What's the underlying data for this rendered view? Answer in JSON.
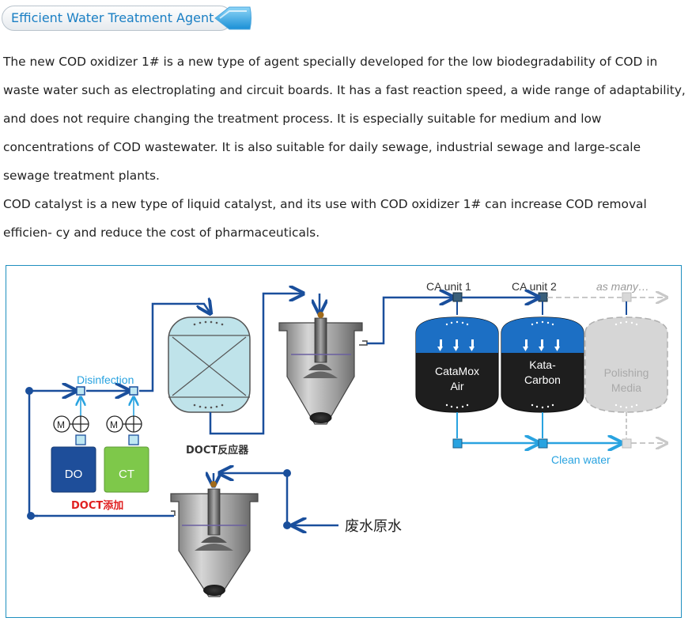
{
  "header": {
    "title": "Efficient Water Treatment Agent"
  },
  "paragraphs": [
    "The new COD oxidizer 1# is a new type of agent specially developed for the low biodegradability of COD in waste water such as electroplating and circuit boards. It has a fast reaction speed, a wide range of adaptability, and does not require changing the treatment process. It is especially suitable for medium and low concentrations of COD wastewater. It is also suitable for daily sewage, industrial sewage and large-scale sewage treatment plants.",
    "COD catalyst is a new type of liquid catalyst, and its use with COD oxidizer 1# can increase COD removal efficien- cy and reduce the cost of pharmaceuticals."
  ],
  "diagram": {
    "disinfection": "Disinfection",
    "tank_do": "DO",
    "tank_ct": "CT",
    "motor_label": "M",
    "doct_add": "DOCT添加",
    "doct_reactor": "DOCT反应器",
    "raw_wastewater": "废水原水",
    "ca_unit_1": "CA unit 1",
    "ca_unit_2": "CA unit 2",
    "as_many": "as many…",
    "catamox_line1": "CataMox",
    "catamox_line2": "Air",
    "kata_line1": "Kata-",
    "kata_line2": "Carbon",
    "polishing_line1": "Polishing",
    "polishing_line2": "Media",
    "clean_water": "Clean water",
    "colors": {
      "flow_blue": "#1a4f9c",
      "clean_blue": "#29a3e0",
      "reactor_fill": "#bfe3ea",
      "media_dark": "#1e1e1e",
      "media_cap": "#1c6fc4",
      "tank_do": "#1e4e9a",
      "tank_ct": "#7ec84a",
      "doct_red": "#e02020"
    }
  }
}
